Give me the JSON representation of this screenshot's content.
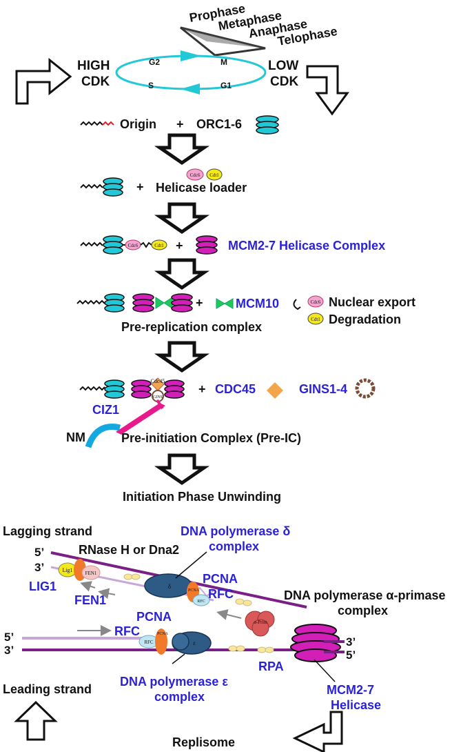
{
  "cycle": {
    "phases": [
      "Prophase",
      "Metaphase",
      "Anaphase",
      "Telophase"
    ],
    "high_cdk": [
      "HIGH",
      "CDK"
    ],
    "low_cdk": [
      "LOW",
      "CDK"
    ],
    "g2": "G2",
    "m": "M",
    "s": "S",
    "g1": "G1"
  },
  "steps": {
    "origin": "Origin",
    "plus": "+",
    "orc": "ORC1-6",
    "helicase_loader": "Helicase loader",
    "cdc6": "Cdc6",
    "cdt1": "Cdt1",
    "mcm27_complex": "MCM2-7 Helicase Complex",
    "mcm10": "MCM10",
    "nuclear_export": "Nuclear export",
    "degradation": "Degradation",
    "pre_rc": "Pre-replication complex",
    "cdc45": "CDC45",
    "gins": "GINS1-4",
    "cdc45_small": "Cdc45",
    "gins_small": "GINS",
    "ciz1": "CIZ1",
    "nm": "NM",
    "pre_ic": "Pre-initiation Complex (Pre-IC)",
    "initiation": "Initiation Phase Unwinding"
  },
  "replisome": {
    "lagging": "Lagging strand",
    "leading": "Leading strand",
    "five_prime": "5’",
    "three_prime": "3’",
    "rnase": "RNase H or Dna2",
    "pol_delta": [
      "DNA polymerase δ",
      "complex"
    ],
    "pcna": "PCNA",
    "rfc": "RFC",
    "lig1": "LIG1",
    "fen1": "FEN1",
    "lig1_small": "Lig1",
    "fen1_small": "FEN1",
    "delta_small": "δ",
    "epsilon_small": "ε",
    "prim_small": "α-Prim",
    "pol_alpha": [
      "DNA polymerase α-primase",
      "complex"
    ],
    "pol_epsilon": [
      "DNA polymerase ε",
      "complex"
    ],
    "rpa": "RPA",
    "mcm27": [
      "MCM2-7",
      "Helicase"
    ],
    "replisome": "Replisome"
  },
  "colors": {
    "cyan": "#22c8d6",
    "magenta": "#d21fb8",
    "blue_text": "#2b22d6",
    "pink_bar": "#e8198b",
    "nm_blue": "#14a8e0",
    "cdc45_orange": "#f2a54a",
    "gins_brown": "#7a4b35",
    "cdt1_yellow": "#f3e81a",
    "cdc6_pink": "#f0a6cf",
    "mcm10_green": "#23c65a",
    "dna_purple": "#7a1f86",
    "dna_light": "#c9a6d9"
  }
}
